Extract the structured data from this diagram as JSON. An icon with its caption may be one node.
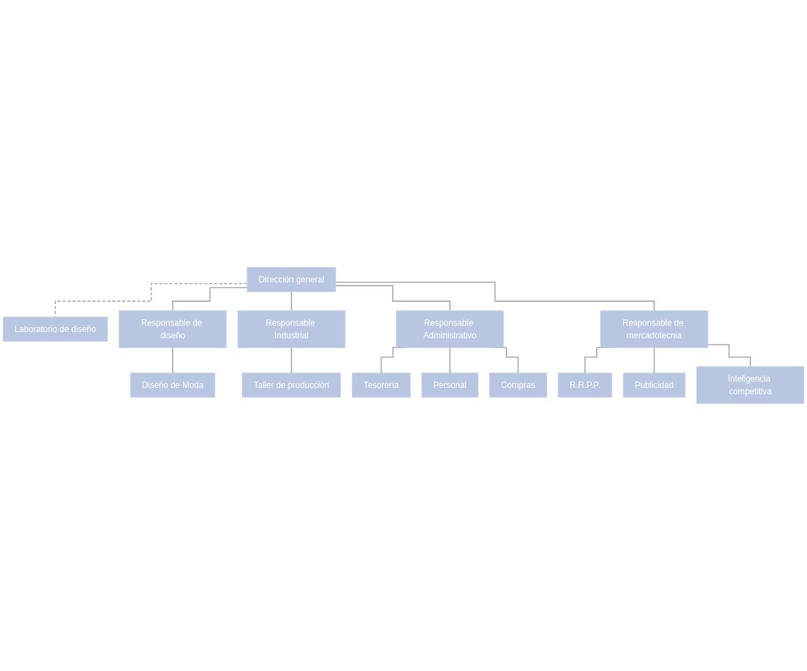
{
  "diagram": {
    "nodes": [
      {
        "text": [
          "Dirección general"
        ]
      },
      {
        "text": [
          "Laboratorio de diseño"
        ]
      },
      {
        "text": [
          "Responsable de diseño"
        ]
      },
      {
        "text": [
          "Responsable Industrial"
        ]
      },
      {
        "text": [
          "Responsable Administrativo"
        ]
      },
      {
        "text": [
          "Responsable de mercadotecnia"
        ]
      },
      {
        "text": [
          "Diseño de Moda"
        ]
      },
      {
        "text": [
          "Taller de producción"
        ]
      },
      {
        "text": [
          "Tesorería"
        ]
      },
      {
        "text": [
          "Personal"
        ]
      },
      {
        "text": [
          "Compras"
        ]
      },
      {
        "text": [
          "R.R.P.P."
        ]
      },
      {
        "text": [
          "Publicidad"
        ]
      },
      {
        "text": [
          "Inteligencia competitiva"
        ]
      }
    ],
    "edges": [
      {
        "from": 0,
        "to": 1,
        "arrow": "none",
        "style": "dashed"
      },
      {
        "from": 0,
        "to": 2,
        "arrow": "none"
      },
      {
        "from": 0,
        "to": 3,
        "arrow": "none"
      },
      {
        "from": 0,
        "to": 4,
        "arrow": "none"
      },
      {
        "from": 0,
        "to": 5,
        "arrow": "none"
      },
      {
        "from": 2,
        "to": 6,
        "arrow": "none"
      },
      {
        "from": 3,
        "to": 7,
        "arrow": "none"
      },
      {
        "from": 4,
        "to": 8,
        "arrow": "none"
      },
      {
        "from": 4,
        "to": 9,
        "arrow": "none"
      },
      {
        "from": 4,
        "to": 10,
        "arrow": "none"
      },
      {
        "from": 5,
        "to": 11,
        "arrow": "none"
      },
      {
        "from": 5,
        "to": 12,
        "arrow": "none"
      },
      {
        "from": 5,
        "to": 13,
        "arrow": "none"
      }
    ]
  }
}
